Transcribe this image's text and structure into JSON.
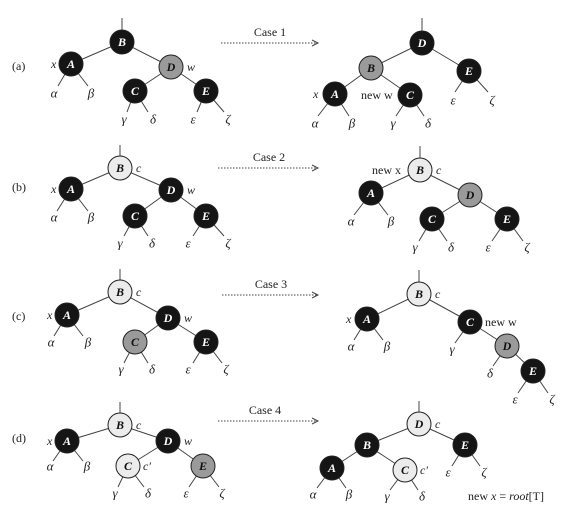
{
  "rows": [
    {
      "label": "(a)",
      "case_label": "Case 1",
      "left": {
        "nodes": [
          {
            "id": "B",
            "color": "black",
            "ann": ""
          },
          {
            "id": "A",
            "color": "black",
            "ann": "x"
          },
          {
            "id": "D",
            "color": "gray",
            "ann": "w"
          },
          {
            "id": "C",
            "color": "black",
            "ann": ""
          },
          {
            "id": "E",
            "color": "black",
            "ann": ""
          }
        ],
        "subtrees": [
          "α",
          "β",
          "γ",
          "δ",
          "ε",
          "ζ"
        ]
      },
      "right": {
        "nodes": [
          {
            "id": "D",
            "color": "black",
            "ann": ""
          },
          {
            "id": "B",
            "color": "gray",
            "ann": ""
          },
          {
            "id": "E",
            "color": "black",
            "ann": ""
          },
          {
            "id": "A",
            "color": "black",
            "ann": "x"
          },
          {
            "id": "C",
            "color": "black",
            "ann": "new w"
          }
        ],
        "subtrees": [
          "α",
          "β",
          "γ",
          "δ",
          "ε",
          "ζ"
        ]
      }
    },
    {
      "label": "(b)",
      "case_label": "Case 2",
      "left": {
        "nodes": [
          {
            "id": "B",
            "color": "light",
            "ann": "c"
          },
          {
            "id": "A",
            "color": "black",
            "ann": "x"
          },
          {
            "id": "D",
            "color": "black",
            "ann": "w"
          },
          {
            "id": "C",
            "color": "black",
            "ann": ""
          },
          {
            "id": "E",
            "color": "black",
            "ann": ""
          }
        ],
        "subtrees": [
          "α",
          "β",
          "γ",
          "δ",
          "ε",
          "ζ"
        ]
      },
      "right": {
        "nodes": [
          {
            "id": "B",
            "color": "light",
            "ann": "c",
            "ann_left": "new x"
          },
          {
            "id": "A",
            "color": "black",
            "ann": ""
          },
          {
            "id": "D",
            "color": "gray",
            "ann": ""
          },
          {
            "id": "C",
            "color": "black",
            "ann": ""
          },
          {
            "id": "E",
            "color": "black",
            "ann": ""
          }
        ],
        "subtrees": [
          "α",
          "β",
          "γ",
          "δ",
          "ε",
          "ζ"
        ]
      }
    },
    {
      "label": "(c)",
      "case_label": "Case 3",
      "left": {
        "nodes": [
          {
            "id": "B",
            "color": "light",
            "ann": "c"
          },
          {
            "id": "A",
            "color": "black",
            "ann": "x"
          },
          {
            "id": "D",
            "color": "black",
            "ann": "w"
          },
          {
            "id": "C",
            "color": "gray",
            "ann": ""
          },
          {
            "id": "E",
            "color": "black",
            "ann": ""
          }
        ],
        "subtrees": [
          "α",
          "β",
          "γ",
          "δ",
          "ε",
          "ζ"
        ]
      },
      "right": {
        "nodes": [
          {
            "id": "B",
            "color": "light",
            "ann": "c"
          },
          {
            "id": "A",
            "color": "black",
            "ann": "x"
          },
          {
            "id": "C",
            "color": "black",
            "ann": "new w"
          },
          {
            "id": "D",
            "color": "gray",
            "ann": ""
          },
          {
            "id": "E",
            "color": "black",
            "ann": ""
          }
        ],
        "subtrees": [
          "α",
          "β",
          "γ",
          "δ",
          "ε",
          "ζ"
        ]
      }
    },
    {
      "label": "(d)",
      "case_label": "Case 4",
      "left": {
        "nodes": [
          {
            "id": "B",
            "color": "light",
            "ann": "c"
          },
          {
            "id": "A",
            "color": "black",
            "ann": "x"
          },
          {
            "id": "D",
            "color": "black",
            "ann": "w"
          },
          {
            "id": "C",
            "color": "light",
            "ann": "c′"
          },
          {
            "id": "E",
            "color": "gray",
            "ann": ""
          }
        ],
        "subtrees": [
          "α",
          "β",
          "γ",
          "δ",
          "ε",
          "ζ"
        ]
      },
      "right": {
        "nodes": [
          {
            "id": "D",
            "color": "light",
            "ann": "c"
          },
          {
            "id": "B",
            "color": "black",
            "ann": ""
          },
          {
            "id": "E",
            "color": "black",
            "ann": ""
          },
          {
            "id": "A",
            "color": "black",
            "ann": ""
          },
          {
            "id": "C",
            "color": "light",
            "ann": "c′"
          }
        ],
        "subtrees": [
          "α",
          "β",
          "γ",
          "δ",
          "ε",
          "ζ"
        ]
      },
      "footnote": {
        "prefix": "new ",
        "x": "x",
        "eq": " = ",
        "root": "root",
        "br": "[T]"
      }
    }
  ]
}
